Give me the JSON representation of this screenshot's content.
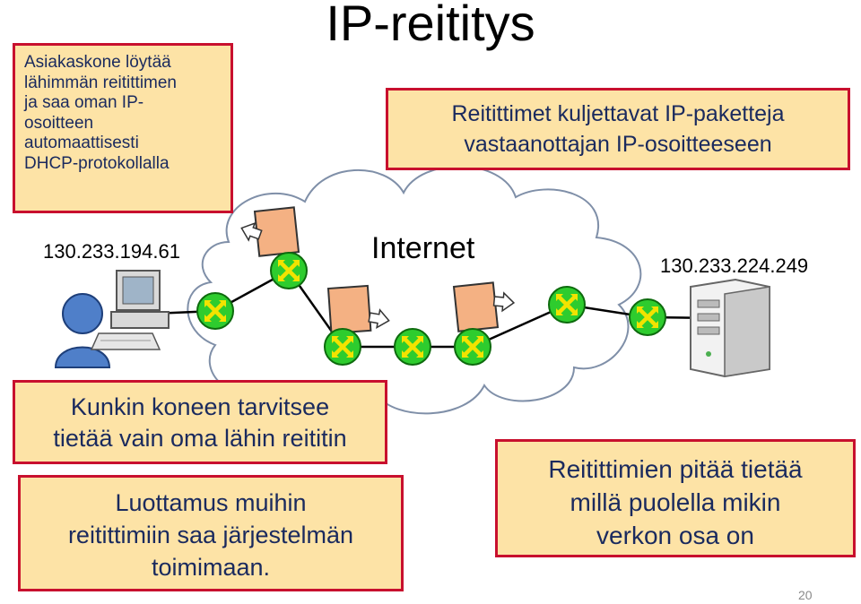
{
  "title": "IP-reititys",
  "boxes": {
    "top_left": [
      "Asiakaskone löytää",
      "lähimmän reitittimen",
      "ja saa oman IP-",
      "osoitteen",
      "automaattisesti",
      "DHCP-protokollalla"
    ],
    "top_right": [
      "Reitittimet kuljettavat IP-paketteja",
      "vastaanottajan IP-osoitteeseen"
    ],
    "mid_left": [
      "Kunkin koneen tarvitsee",
      "tietää vain oma lähin reititin"
    ],
    "bottom_left": [
      "Luottamus muihin",
      "reitittimiin saa järjestelmän",
      "toimimaan."
    ],
    "bottom_right": [
      "Reitittimien pitää tietää",
      "millä puolella mikin",
      "verkon osa on"
    ]
  },
  "labels": {
    "client_ip": "130.233.194.61",
    "server_ip": "130.233.224.249",
    "cloud": "Internet"
  },
  "page_number": "20",
  "colors": {
    "box_fill": "#fde3a6",
    "box_border": "#c8102e",
    "box_text": "#1a2a5e",
    "router": "#2ecc2e",
    "packet": "#f4b183"
  },
  "icons": [
    "user-icon",
    "computer-icon",
    "server-icon",
    "router-icon",
    "packet-icon",
    "cloud-icon"
  ]
}
